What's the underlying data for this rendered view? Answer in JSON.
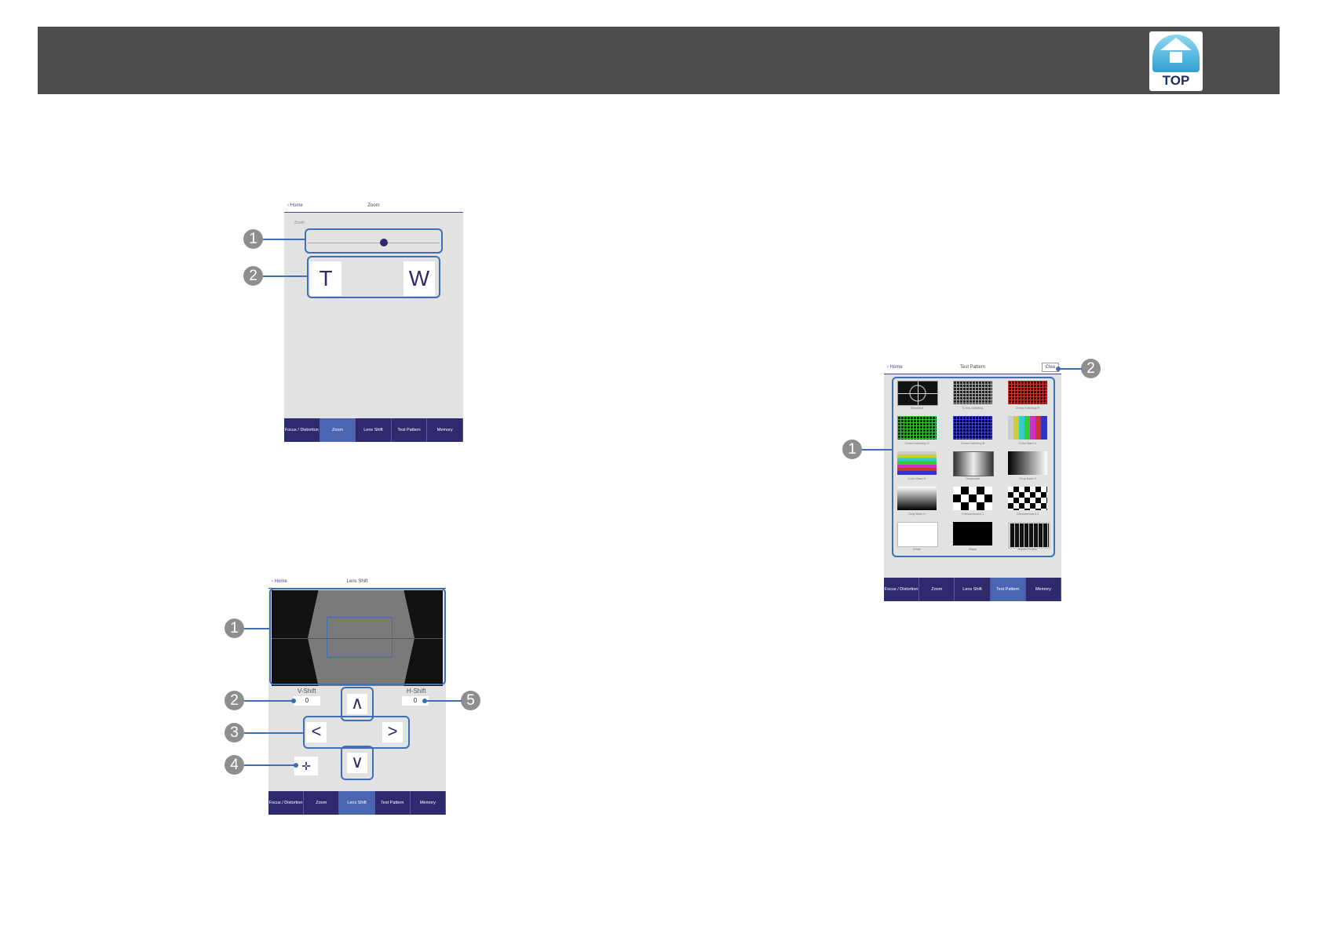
{
  "header": {
    "top_button_label": "TOP"
  },
  "zoom_screen": {
    "back_label": "Home",
    "title": "Zoom",
    "slider_label": "Zoom",
    "slider_position": 0.58,
    "tele_label": "T",
    "wide_label": "W",
    "callouts": [
      "1",
      "2"
    ],
    "tabs": [
      "Focus / Distortion",
      "Zoom",
      "Lens Shift",
      "Test Pattern",
      "Memory"
    ],
    "active_tab": "Zoom"
  },
  "lens_screen": {
    "back_label": "Home",
    "title": "Lens Shift",
    "v_shift_label": "V-Shift",
    "v_shift_value": "0",
    "h_shift_label": "H-Shift",
    "h_shift_value": "0",
    "arrows": {
      "up": "∧",
      "left": "<",
      "right": ">",
      "down": "∨"
    },
    "center_icon": "center-lens-icon",
    "callouts": [
      "1",
      "2",
      "3",
      "4",
      "5"
    ],
    "tabs": [
      "Focus / Distortion",
      "Zoom",
      "Lens Shift",
      "Test Pattern",
      "Memory"
    ],
    "active_tab": "Lens Shift"
  },
  "test_pattern_screen": {
    "back_label": "Home",
    "title": "Test Pattern",
    "clear_label": "Clea",
    "callouts": [
      "1",
      "2"
    ],
    "patterns": [
      "Standard",
      "Cross-hatching",
      "Cross-hatching R",
      "Cross-hatching G",
      "Cross-hatching B",
      "Color Bars V",
      "Color Bars H",
      "Grayscale",
      "Gray Bars V",
      "Gray Bars H",
      "Checkerboard 1",
      "Checkerboard 2",
      "White",
      "Black",
      "Aspect Frame"
    ],
    "tabs": [
      "Focus / Distortion",
      "Zoom",
      "Lens Shift",
      "Test Pattern",
      "Memory"
    ],
    "active_tab": "Test Pattern"
  },
  "colors": {
    "accent": "#3f6fb2",
    "tab_bar": "#2f2a6e",
    "tab_active": "#4a66b3",
    "header": "#4d4d4d"
  }
}
